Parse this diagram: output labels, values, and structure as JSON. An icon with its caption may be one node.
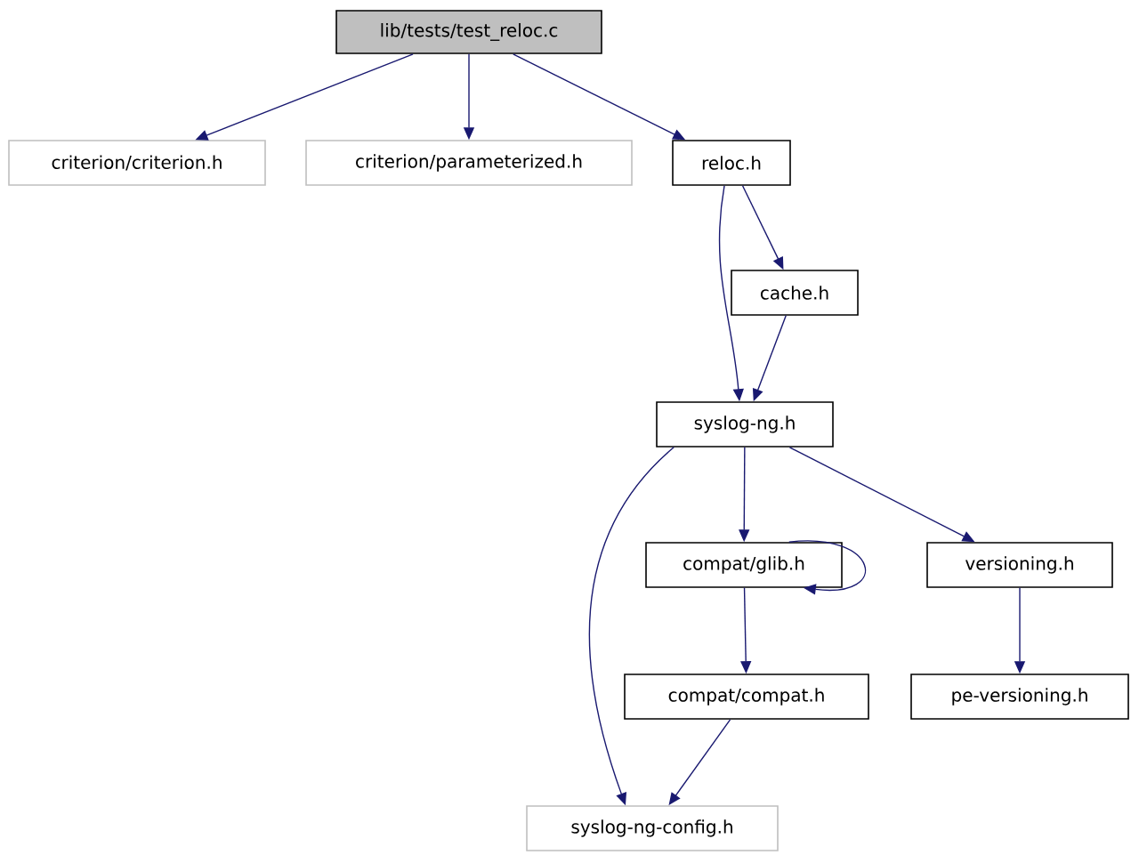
{
  "diagram": {
    "nodes": [
      {
        "text": [
          "lib/tests/test_reloc.c"
        ]
      },
      {
        "text": [
          "criterion/criterion.h"
        ]
      },
      {
        "text": [
          "criterion/parameterized.h"
        ]
      },
      {
        "text": [
          "reloc.h"
        ]
      },
      {
        "text": [
          "cache.h"
        ]
      },
      {
        "text": [
          "syslog-ng.h"
        ]
      },
      {
        "text": [
          "compat/glib.h"
        ]
      },
      {
        "text": [
          "versioning.h"
        ]
      },
      {
        "text": [
          "compat/compat.h"
        ]
      },
      {
        "text": [
          "pe-versioning.h"
        ]
      },
      {
        "text": [
          "syslog-ng-config.h"
        ]
      }
    ],
    "edges": [
      {
        "from": 0,
        "to": 1,
        "arrow": "to"
      },
      {
        "from": 0,
        "to": 2,
        "arrow": "to"
      },
      {
        "from": 0,
        "to": 3,
        "arrow": "to"
      },
      {
        "from": 3,
        "to": 5,
        "arrow": "to"
      },
      {
        "from": 3,
        "to": 4,
        "arrow": "to"
      },
      {
        "from": 4,
        "to": 5,
        "arrow": "to"
      },
      {
        "from": 5,
        "to": 6,
        "arrow": "to"
      },
      {
        "from": 5,
        "to": 10,
        "arrow": "to"
      },
      {
        "from": 5,
        "to": 7,
        "arrow": "to"
      },
      {
        "from": 6,
        "to": 6,
        "arrow": "to"
      },
      {
        "from": 6,
        "to": 8,
        "arrow": "to"
      },
      {
        "from": 7,
        "to": 9,
        "arrow": "to"
      },
      {
        "from": 8,
        "to": 10,
        "arrow": "to"
      }
    ]
  }
}
